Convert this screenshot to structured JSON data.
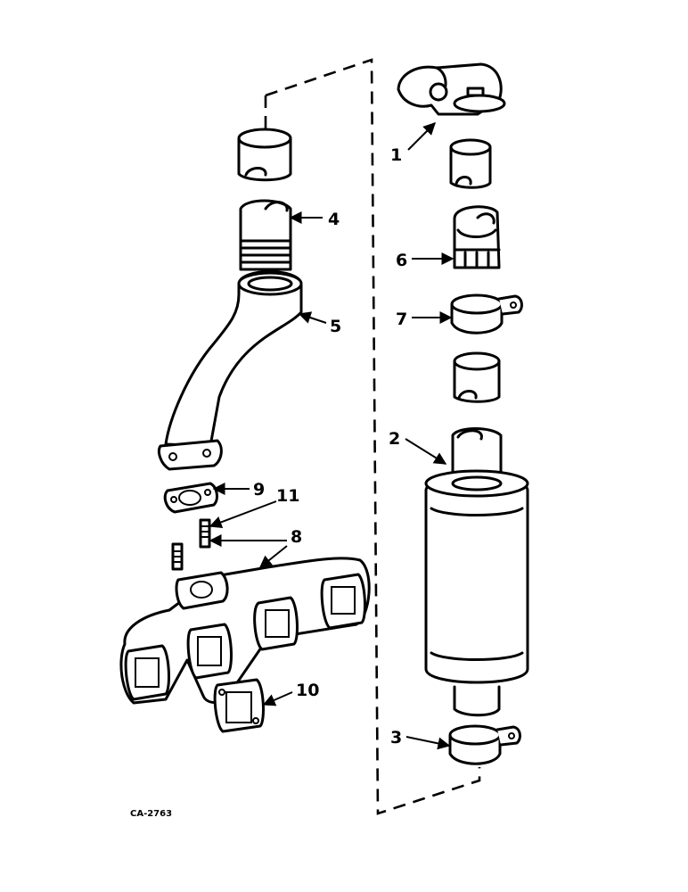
{
  "diagram": {
    "callouts": {
      "c1": "1",
      "c2": "2",
      "c3": "3",
      "c4": "4",
      "c5": "5",
      "c6": "6",
      "c7": "7",
      "c8": "8",
      "c9": "9",
      "c10": "10",
      "c11": "11"
    },
    "drawing_code": "CA-2763"
  }
}
